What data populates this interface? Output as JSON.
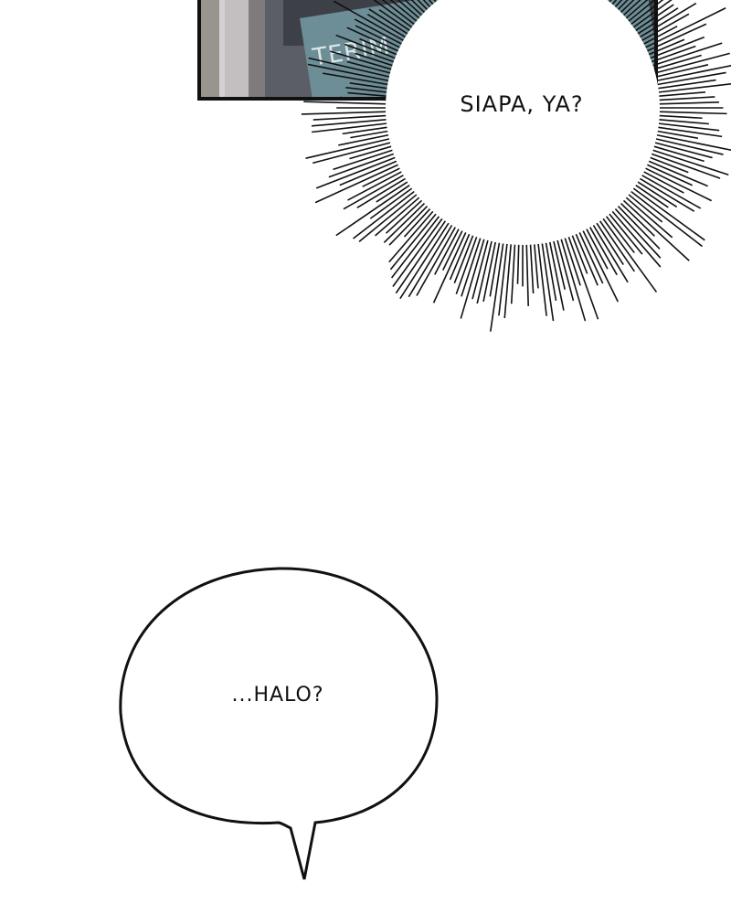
{
  "panel": {
    "sign_text": "TERIM"
  },
  "burst_bubble": {
    "text": "SIAPA, YA?"
  },
  "speech_bubble": {
    "text": "...HALO?"
  },
  "colors": {
    "ink": "#111111",
    "paper": "#ffffff",
    "panel_screen": "#6d8e97"
  }
}
